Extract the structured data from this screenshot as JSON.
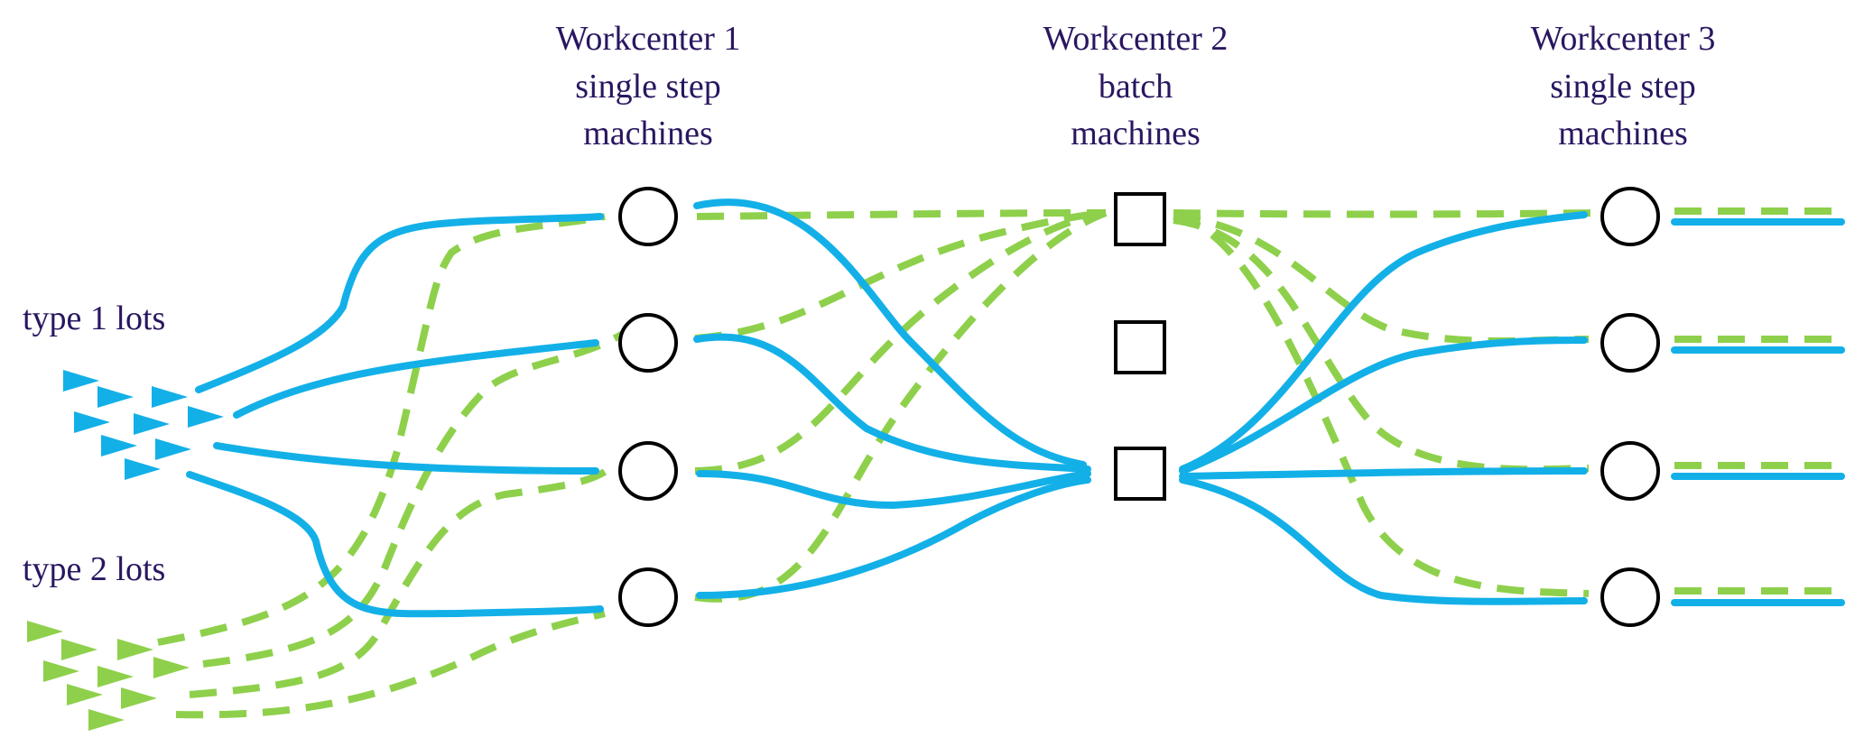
{
  "workcenters": [
    {
      "line1": "Workcenter 1",
      "line2": "single step",
      "line3": "machines",
      "machine_shape": "circle",
      "machine_count": 4
    },
    {
      "line1": "Workcenter 2",
      "line2": "batch",
      "line3": "machines",
      "machine_shape": "square",
      "machine_count": 3
    },
    {
      "line1": "Workcenter 3",
      "line2": "single step",
      "line3": "machines",
      "machine_shape": "circle",
      "machine_count": 4
    }
  ],
  "lots": {
    "type1_label": "type 1 lots",
    "type2_label": "type 2 lots"
  },
  "colors": {
    "type1": "#13b0e8",
    "type2": "#8ed04b",
    "text": "#2a1660",
    "machine_outline": "#000000"
  }
}
